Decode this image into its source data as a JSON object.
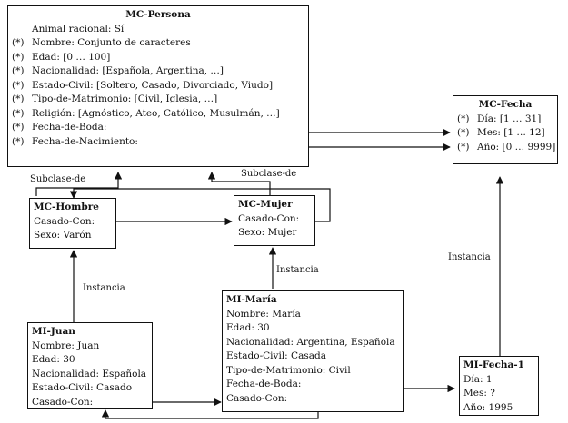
{
  "mc_persona": {
    "title": "MC-Persona",
    "rows": [
      {
        "mark": "",
        "text": "Animal racional: Sí"
      },
      {
        "mark": "(*)",
        "text": "Nombre: Conjunto de caracteres"
      },
      {
        "mark": "(*)",
        "text": "Edad: [0 … 100]"
      },
      {
        "mark": "(*)",
        "text": "Nacionalidad: [Española, Argentina, …]"
      },
      {
        "mark": "(*)",
        "text": "Estado-Civil: [Soltero, Casado, Divorciado, Viudo]"
      },
      {
        "mark": "(*)",
        "text": "Tipo-de-Matrimonio: [Civil, Iglesia, …]"
      },
      {
        "mark": "(*)",
        "text": "Religión: [Agnóstico, Ateo, Católico, Musulmán, …]"
      },
      {
        "mark": "(*)",
        "text": "Fecha-de-Boda:"
      },
      {
        "mark": "(*)",
        "text": "Fecha-de-Nacimiento:"
      }
    ]
  },
  "mc_fecha": {
    "title": "MC-Fecha",
    "rows": [
      {
        "mark": "(*)",
        "text": "Día: [1 … 31]"
      },
      {
        "mark": "(*)",
        "text": "Mes: [1 … 12]"
      },
      {
        "mark": "(*)",
        "text": "Año: [0 … 9999]"
      }
    ]
  },
  "mc_hombre": {
    "title": "MC-Hombre",
    "rows": [
      "Casado-Con:",
      "Sexo: Varón"
    ]
  },
  "mc_mujer": {
    "title": "MC-Mujer",
    "rows": [
      "Casado-Con:",
      "Sexo: Mujer"
    ]
  },
  "mi_juan": {
    "title": "MI-Juan",
    "rows": [
      "Nombre: Juan",
      "Edad: 30",
      "Nacionalidad: Española",
      "Estado-Civil: Casado",
      "Casado-Con:"
    ]
  },
  "mi_maria": {
    "title": "MI-María",
    "rows": [
      "Nombre: María",
      "Edad: 30",
      "Nacionalidad: Argentina, Española",
      "Estado-Civil: Casada",
      "Tipo-de-Matrimonio: Civil",
      "Fecha-de-Boda:",
      "Casado-Con:"
    ]
  },
  "mi_fecha_1": {
    "title": "MI-Fecha-1",
    "rows": [
      "Día: 1",
      "Mes: ?",
      "Año: 1995"
    ]
  },
  "labels": {
    "subclase_hombre": "Subclase-de",
    "subclase_mujer": "Subclase-de",
    "instancia_juan": "Instancia",
    "instancia_maria": "Instancia",
    "instancia_fecha": "Instancia"
  },
  "colors": {
    "line": "#111111",
    "background": "#ffffff"
  }
}
